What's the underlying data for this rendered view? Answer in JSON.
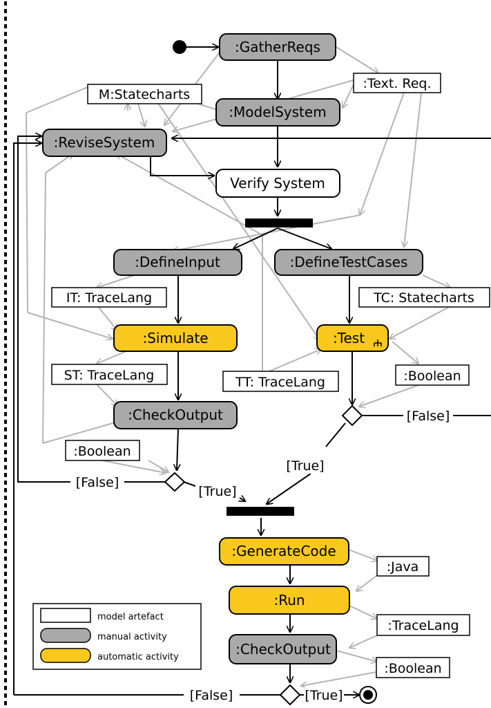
{
  "activities": {
    "gather_reqs": ":GatherReqs",
    "model_system": ":ModelSystem",
    "revise_system": ":ReviseSystem",
    "verify_system": "Verify System",
    "define_input": ":DefineInput",
    "define_test_cases": ":DefineTestCases",
    "simulate": ":Simulate",
    "test": ":Test",
    "check_output_1": ":CheckOutput",
    "generate_code": ":GenerateCode",
    "run": ":Run",
    "check_output_2": ":CheckOutput"
  },
  "artefacts": {
    "text_req": ":Text. Req.",
    "m_statecharts": "M:Statecharts",
    "it_tracelang": "IT: TraceLang",
    "tc_statecharts": "TC: Statecharts",
    "st_tracelang": "ST: TraceLang",
    "tt_tracelang": "TT: TraceLang",
    "boolean_test": ":Boolean",
    "boolean_check": ":Boolean",
    "java": ":Java",
    "tracelang": ":TraceLang",
    "boolean_final": ":Boolean"
  },
  "guards": {
    "false_test": "[False]",
    "true_test": "[True]",
    "false_check": "[False]",
    "true_check": "[True]",
    "false_final": "[False]",
    "true_final": "[True]"
  },
  "legend": {
    "model_artefact": "model artefact",
    "manual_activity": "manual activity",
    "automatic_activity": "automatic activity"
  },
  "colors": {
    "manual": "#a9a9a9",
    "automatic": "#f8c81c",
    "artefact": "#ffffff",
    "control_flow": "#000000",
    "data_flow": "#b4b4b4"
  }
}
